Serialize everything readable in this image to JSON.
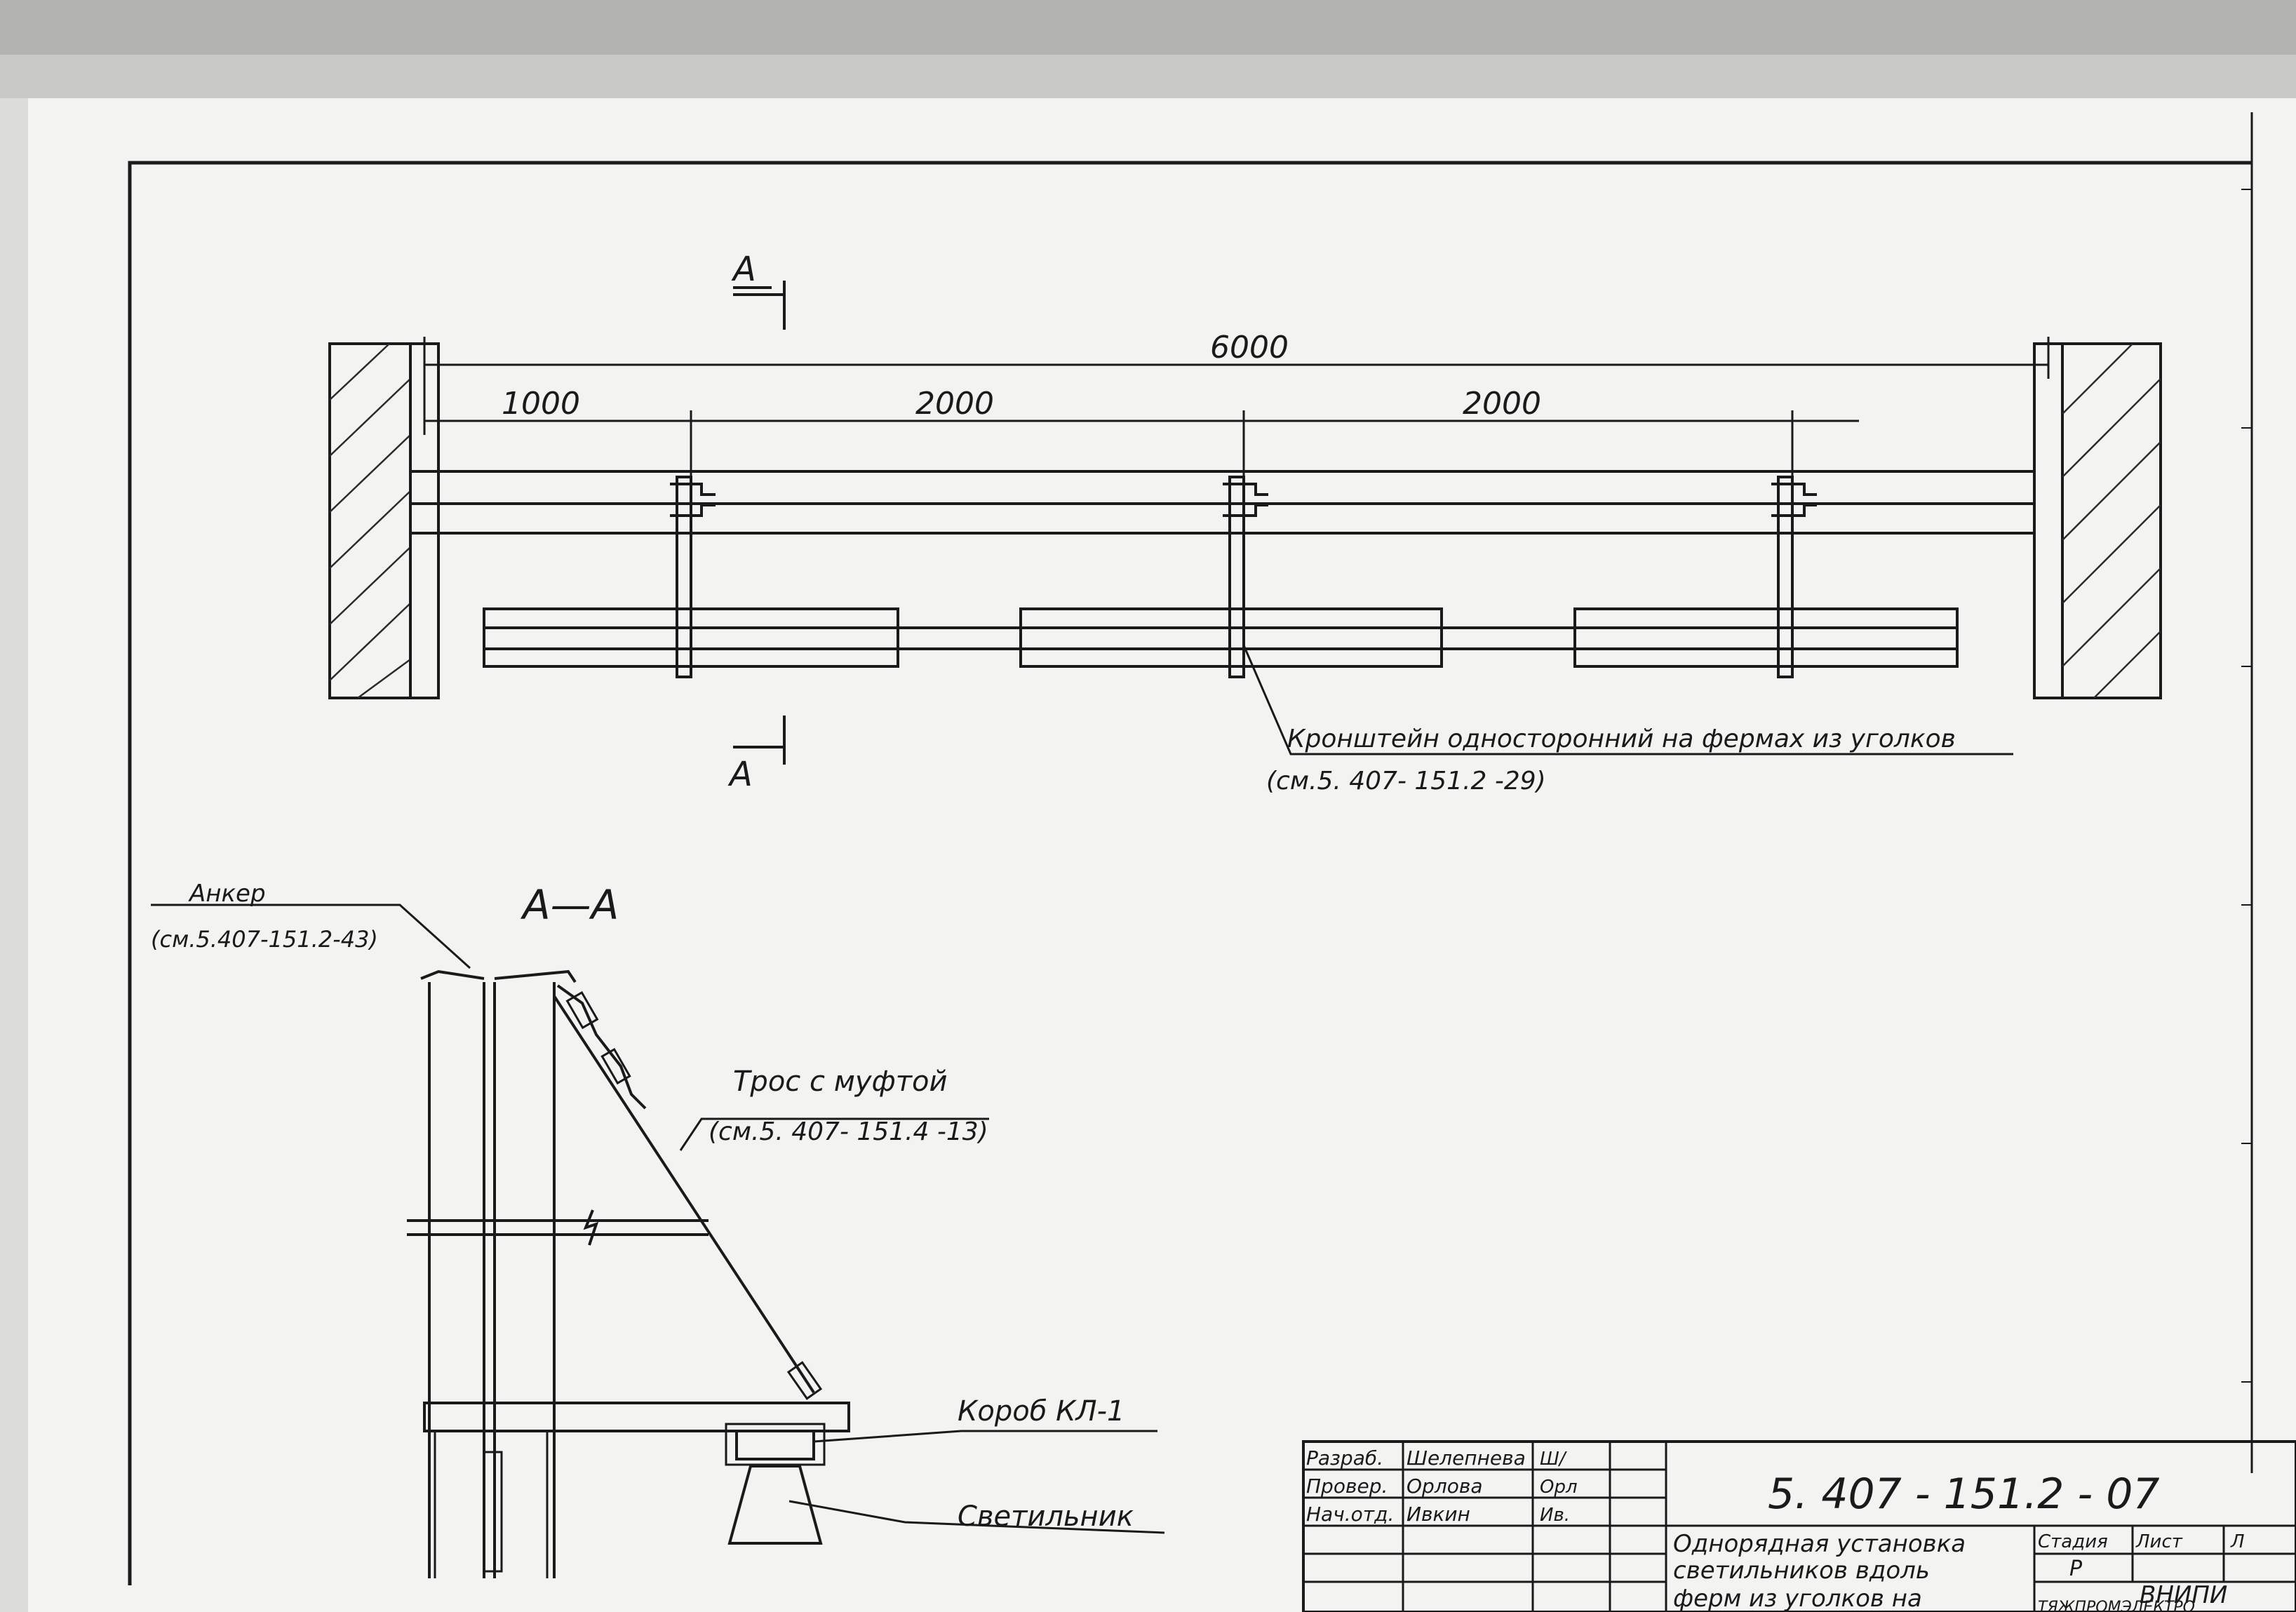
{
  "plan": {
    "section_mark_top": "A",
    "section_mark_bottom": "A",
    "dim_total": "6000",
    "dim_1": "1000",
    "dim_2": "2000",
    "dim_3": "2000",
    "bracket_label": "Кронштейн односторонний на фермах из уголков",
    "bracket_ref": "(см.5. 407- 151.2 -29)"
  },
  "section": {
    "title": "A—A",
    "anchor_label": "Анкер",
    "anchor_ref": "(см.5.407-151.2-43)",
    "cable_label": "Трос с муфтой",
    "cable_ref": "(см.5. 407- 151.4 -13)",
    "box_label": "Короб КЛ-1",
    "lamp_label": "Светильник"
  },
  "title_block": {
    "rows": [
      {
        "role": "Разраб.",
        "name": "Шелепнева",
        "sign": "Ш/"
      },
      {
        "role": "Провер.",
        "name": "Орлова",
        "sign": "Орл"
      },
      {
        "role": "Нач.отд.",
        "name": "Ивкин",
        "sign": "Ив."
      }
    ],
    "doc_code": "5. 407 - 151.2 - 07",
    "description": [
      "Однорядная установка",
      "светильников вдоль",
      "ферм из уголков на"
    ],
    "stage_header": "Стадия",
    "sheet_header": "Лист",
    "sheets_header": "Л",
    "stage_value": "Р",
    "org_line1": "ВНИПИ",
    "org_line2": "ТЯЖПРОМЭЛЕКТРО"
  }
}
